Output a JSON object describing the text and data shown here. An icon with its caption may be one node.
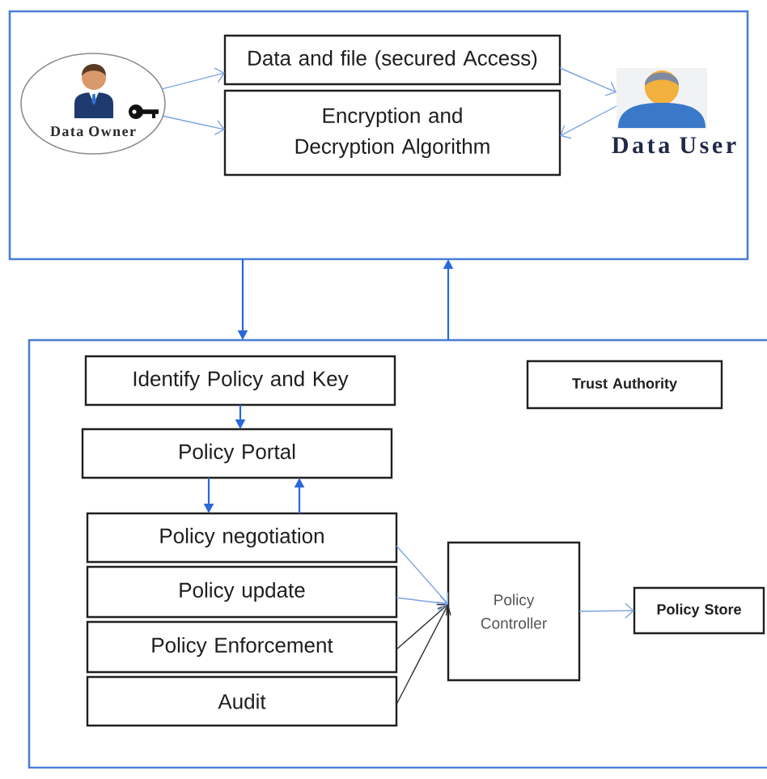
{
  "diagram": {
    "nodes": [
      {
        "text": [],
        "shape": "box"
      },
      {
        "text": [
          "Data Owner"
        ],
        "in": 0
      },
      {
        "text": [
          "Data and file (secured Access)"
        ],
        "in": 0
      },
      {
        "text": [
          "Encryption and Decryption Algorithm"
        ],
        "in": 0
      },
      {
        "text": [
          "Data User"
        ],
        "in": 0
      },
      {
        "text": [],
        "shape": "box"
      },
      {
        "text": [
          "Identify Policy and Key"
        ],
        "in": 5
      },
      {
        "text": [
          "Trust Authority"
        ],
        "in": 5
      },
      {
        "text": [
          "Policy Portal"
        ],
        "in": 5
      },
      {
        "text": [
          "Policy negotiation"
        ],
        "in": 5
      },
      {
        "text": [
          "Policy update"
        ],
        "in": 5
      },
      {
        "text": [
          "Policy Enforcement"
        ],
        "in": 5
      },
      {
        "text": [
          "Audit"
        ],
        "in": 5
      },
      {
        "text": [
          "Policy Controller"
        ],
        "in": 5
      },
      {
        "text": [
          "Policy Store"
        ],
        "in": 5
      }
    ],
    "edges": [
      {
        "from": 1,
        "to": 2,
        "arrow": "to"
      },
      {
        "from": 1,
        "to": 3,
        "arrow": "to"
      },
      {
        "from": 2,
        "to": 4,
        "arrow": "to"
      },
      {
        "from": 4,
        "to": 3,
        "arrow": "to"
      },
      {
        "from": 0,
        "to": 5,
        "arrow": "to",
        "color": "#2a68dc"
      },
      {
        "from": 5,
        "to": 0,
        "arrow": "to",
        "color": "#2a68dc"
      },
      {
        "from": 6,
        "to": 8,
        "arrow": "to",
        "color": "#2a68dc"
      },
      {
        "from": 8,
        "to": 9,
        "arrow": "to",
        "color": "#2a68dc"
      },
      {
        "from": 9,
        "to": 8,
        "arrow": "to",
        "color": "#2a68dc"
      },
      {
        "from": 9,
        "to": 13,
        "arrow": "to"
      },
      {
        "from": 10,
        "to": 13,
        "arrow": "to"
      },
      {
        "from": 11,
        "to": 13,
        "arrow": "to",
        "color": "#333333"
      },
      {
        "from": 12,
        "to": 13,
        "arrow": "to",
        "color": "#333333"
      },
      {
        "from": 13,
        "to": 14,
        "arrow": "to"
      }
    ]
  }
}
